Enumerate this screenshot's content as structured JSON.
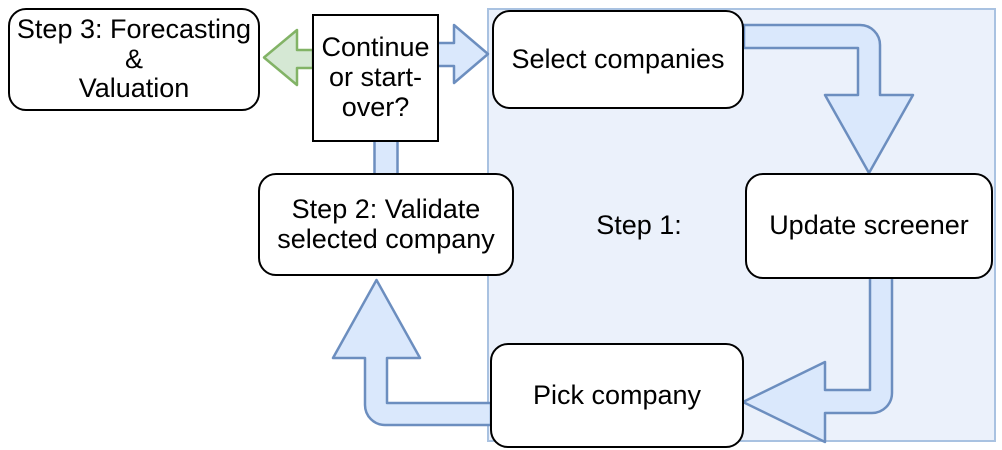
{
  "region": {
    "label": "Step 1:"
  },
  "nodes": {
    "step3": {
      "lines": [
        "Step 3: Forecasting",
        "&",
        "Valuation"
      ]
    },
    "continue_q": {
      "lines": [
        "Continue",
        "or start-",
        "over?"
      ]
    },
    "select": {
      "lines": [
        "Select companies"
      ]
    },
    "update": {
      "lines": [
        "Update screener"
      ]
    },
    "step2": {
      "lines": [
        "Step 2: Validate",
        "selected company"
      ]
    },
    "pick": {
      "lines": [
        "Pick company"
      ]
    }
  },
  "edges": [
    {
      "from": "continue_q",
      "to": "step3",
      "style": "green-block-arrow"
    },
    {
      "from": "continue_q",
      "to": "select",
      "style": "blue-block-arrow"
    },
    {
      "from": "select",
      "to": "update",
      "style": "blue-block-arrow"
    },
    {
      "from": "update",
      "to": "pick",
      "style": "blue-block-arrow"
    },
    {
      "from": "pick",
      "to": "step2",
      "style": "blue-block-arrow"
    },
    {
      "from": "step2",
      "to": "continue_q",
      "style": "blue-block-connector"
    }
  ],
  "colors": {
    "arrow_fill": "#dae8fc",
    "arrow_stroke": "#6c8ebf",
    "green_fill": "#d5e8d4",
    "green_stroke": "#82b366",
    "region_fill": "#ebf1fb",
    "region_stroke": "#a9c2e1",
    "node_fill": "#ffffff",
    "node_stroke": "#000000",
    "text": "#000000"
  }
}
